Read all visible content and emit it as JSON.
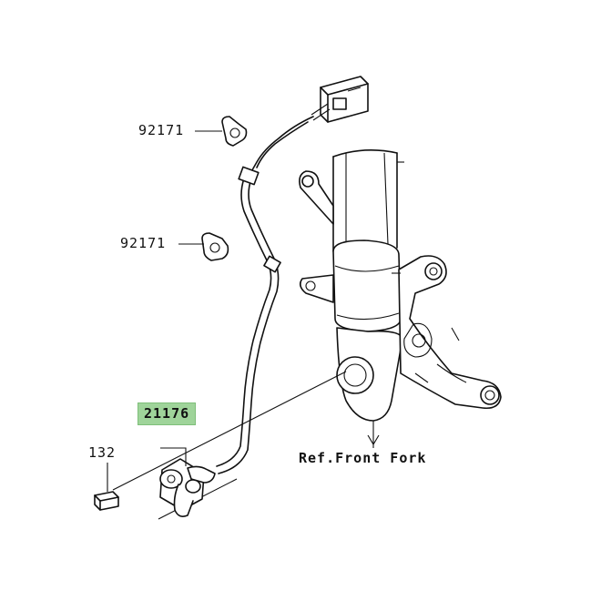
{
  "callouts": {
    "clamp_upper": "92171",
    "clamp_lower": "92171",
    "sensor": "21176",
    "bolt": "132"
  },
  "reference": "Ref.Front Fork",
  "colors": {
    "highlight": "#9fd49a",
    "line": "#111111"
  }
}
